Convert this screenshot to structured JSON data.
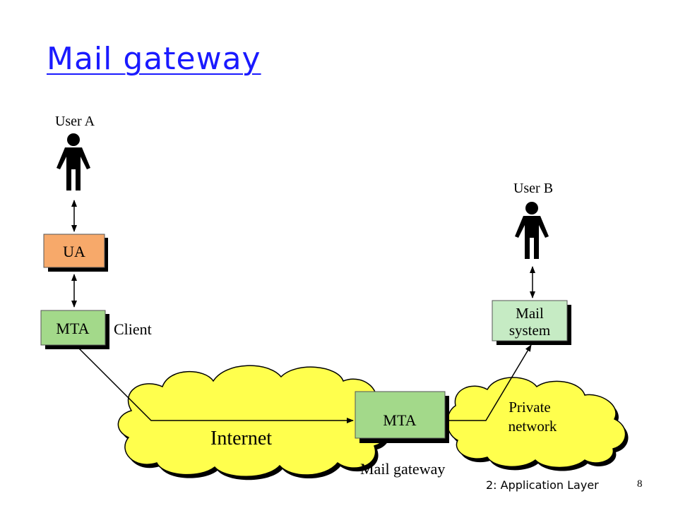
{
  "slide": {
    "title": "Mail gateway",
    "footer_chapter": "2: Application Layer",
    "page_number": "8"
  },
  "diagram": {
    "user_a": "User A",
    "user_b": "User B",
    "ua_box": "UA",
    "client_mta_box": "MTA",
    "client_label": "Client",
    "internet_label": "Internet",
    "gateway_mta_box": "MTA",
    "gateway_label": "Mail gateway",
    "private_network_line1": "Private",
    "private_network_line2": "network",
    "mail_system_line1": "Mail",
    "mail_system_line2": "system"
  },
  "colors": {
    "title": "#1a1aff",
    "ua_fill": "#f7a96a",
    "mta_fill": "#a3d98a",
    "mail_system_fill": "#c6ebc4",
    "cloud_fill": "#ffff4d"
  }
}
